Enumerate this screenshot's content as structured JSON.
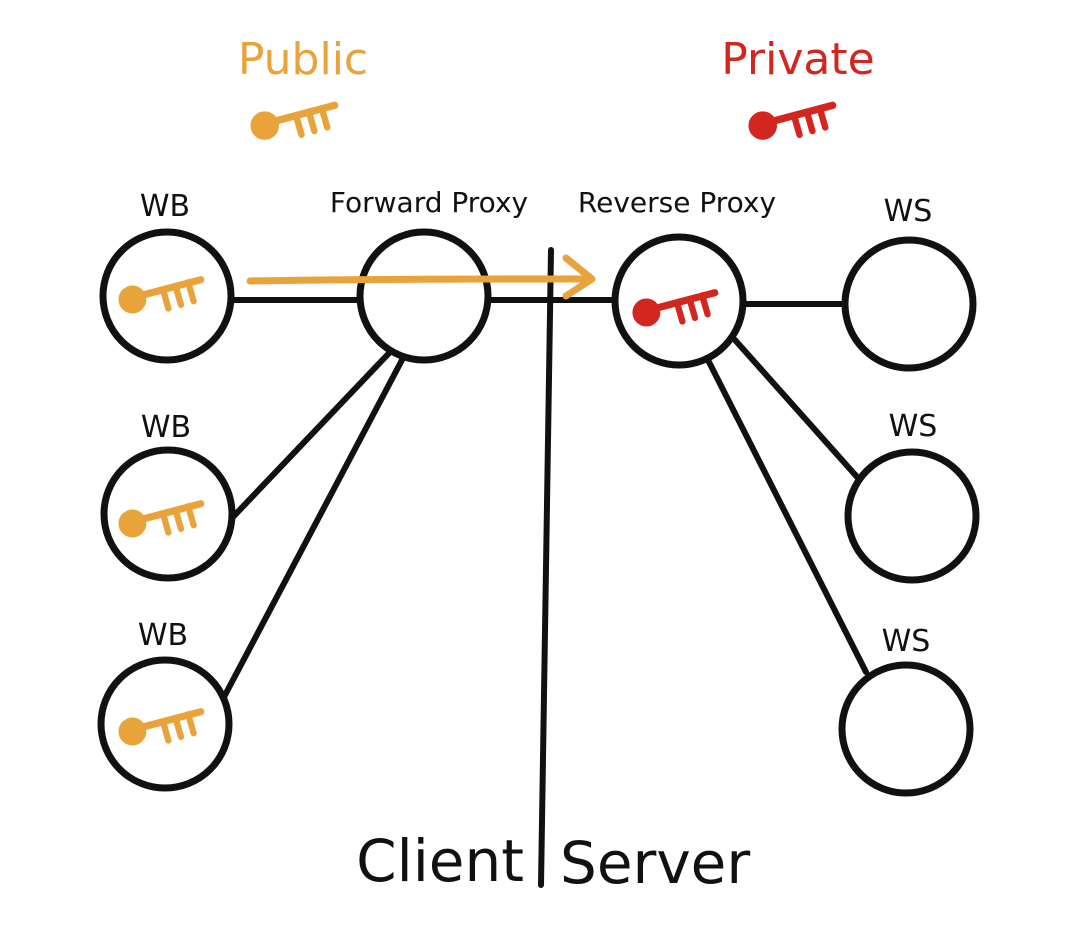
{
  "legend": {
    "public_label": "Public",
    "private_label": "Private",
    "public_key_icon": "key-icon",
    "private_key_icon": "key-icon"
  },
  "colors": {
    "public": "#E8A33A",
    "private": "#D2261F",
    "ink": "#111111"
  },
  "client_nodes": [
    {
      "label": "WB",
      "has_key": "public"
    },
    {
      "label": "WB",
      "has_key": "public"
    },
    {
      "label": "WB",
      "has_key": "public"
    }
  ],
  "forward_proxy": {
    "label": "Forward Proxy"
  },
  "reverse_proxy": {
    "label": "Reverse Proxy",
    "has_key": "private"
  },
  "server_nodes": [
    {
      "label": "WS"
    },
    {
      "label": "WS"
    },
    {
      "label": "WS"
    }
  ],
  "sides": {
    "client_label": "Client",
    "server_label": "Server"
  }
}
